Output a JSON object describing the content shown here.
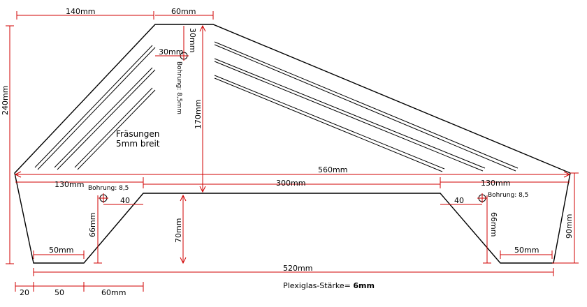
{
  "colors": {
    "outline": "#000000",
    "dimension": "#d00000"
  },
  "dimensions": {
    "top_left_width": "140mm",
    "top_width": "60mm",
    "left_height": "240mm",
    "hole_offset_x": "30mm",
    "hole_offset_y": "30mm",
    "hole_label_top": "Bohrung: 8,5mm",
    "center_height": "170mm",
    "overall_width": "560mm",
    "left_shoulder": "130mm",
    "middle_width": "300mm",
    "right_shoulder": "130mm",
    "hole_label_left": "Bohrung: 8,5",
    "hole_label_right": "Bohrung: 8,5",
    "left_hole_dx": "40",
    "right_hole_dx": "40",
    "left_leg_height": "66mm",
    "right_leg_height": "66mm",
    "arch_height": "70mm",
    "right_height": "90mm",
    "left_foot": "50mm",
    "right_foot": "50mm",
    "bottom_width": "520mm",
    "seg_20": "20",
    "seg_50": "50",
    "seg_60": "60mm"
  },
  "notes": {
    "grooves_line1": "Fräsungen",
    "grooves_line2": "5mm breit",
    "thickness_label": "Plexiglas-Stärke= ",
    "thickness_value": "6mm"
  }
}
